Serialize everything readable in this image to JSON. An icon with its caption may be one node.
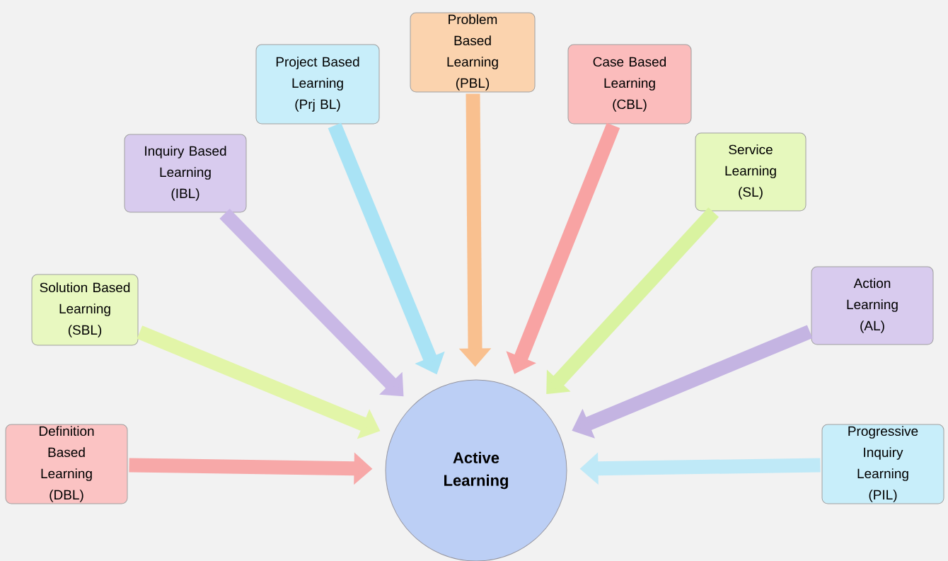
{
  "diagram": {
    "nodes": [
      {
        "text": [
          "Definition Based Learning",
          "(DBL)"
        ]
      },
      {
        "text": [
          "Solution Based Learning",
          "(SBL)"
        ]
      },
      {
        "text": [
          "Inquiry Based Learning",
          "(IBL)"
        ]
      },
      {
        "text": [
          "Project Based Learning",
          "(Prj BL)"
        ]
      },
      {
        "text": [
          "Problem Based Learning",
          "(PBL)"
        ]
      },
      {
        "text": [
          "Case Based Learning",
          "(CBL)"
        ]
      },
      {
        "text": [
          "Service Learning",
          "(SL)"
        ]
      },
      {
        "text": [
          "Action Learning",
          "(AL)"
        ]
      },
      {
        "text": [
          "Progressive Inquiry Learning",
          "(PIL)"
        ]
      },
      {
        "text": [
          "Active Learning"
        ]
      }
    ],
    "edges": [
      {
        "from": 0,
        "to": 9,
        "arrow": "to",
        "color": "#f7a8a8"
      },
      {
        "from": 1,
        "to": 9,
        "arrow": "to",
        "color": "#e2f5a8"
      },
      {
        "from": 2,
        "to": 9,
        "arrow": "to",
        "color": "#c9b8e6"
      },
      {
        "from": 3,
        "to": 9,
        "arrow": "to",
        "color": "#a9e3f5"
      },
      {
        "from": 4,
        "to": 9,
        "arrow": "to",
        "color": "#f9c08f"
      },
      {
        "from": 5,
        "to": 9,
        "arrow": "to",
        "color": "#f8a3a3"
      },
      {
        "from": 6,
        "to": 9,
        "arrow": "to",
        "color": "#d9f3a0"
      },
      {
        "from": 7,
        "to": 9,
        "arrow": "to",
        "color": "#c4b4e2"
      },
      {
        "from": 8,
        "to": 9,
        "arrow": "to",
        "color": "#bfe9f7"
      }
    ]
  }
}
